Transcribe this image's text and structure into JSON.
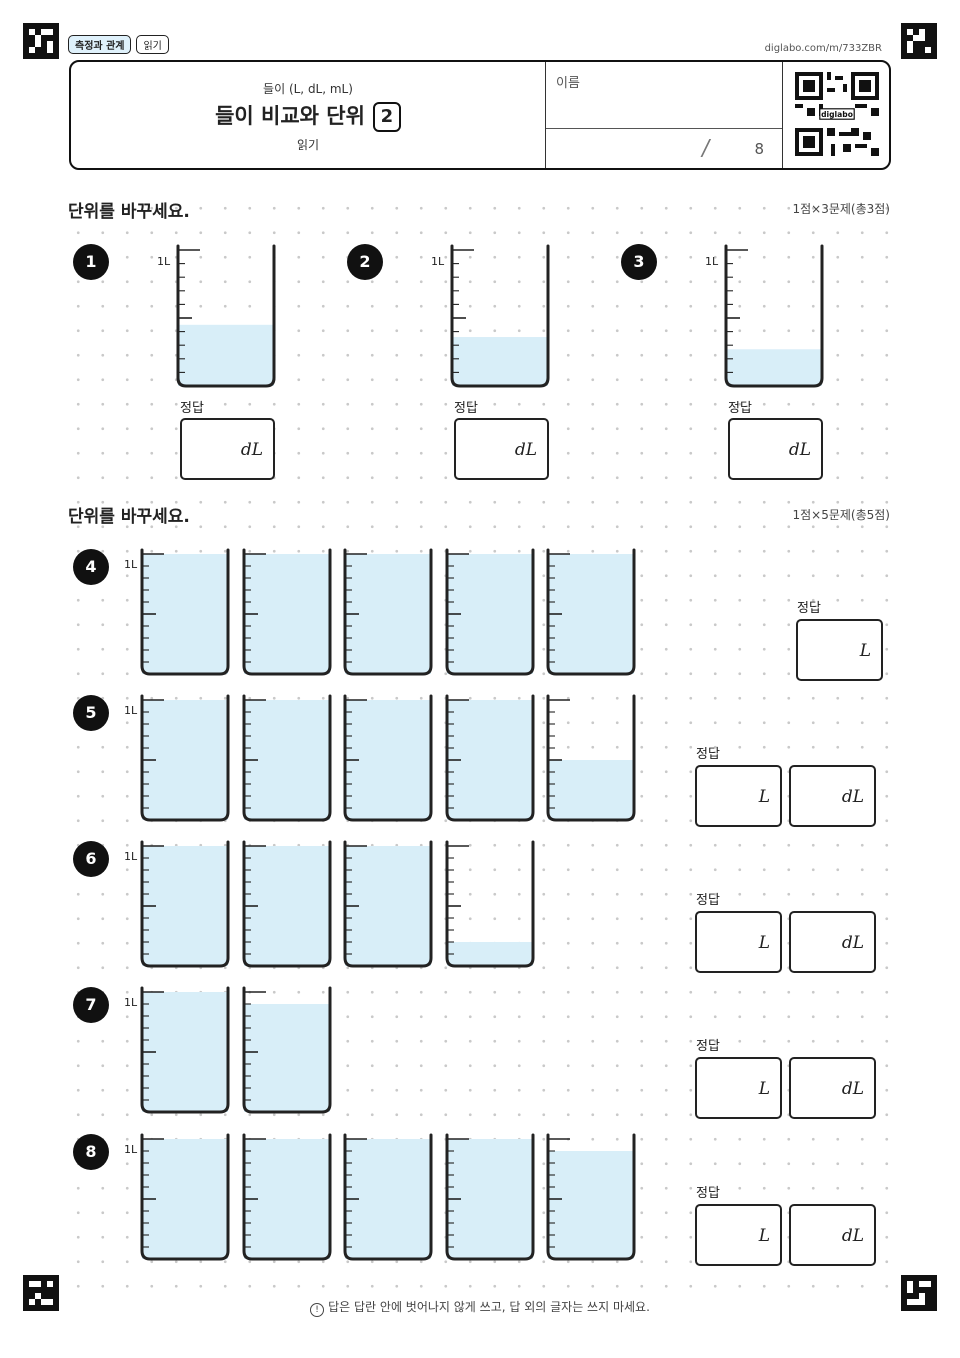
{
  "header": {
    "category_tag": "측정과 관계",
    "type_tag": "읽기",
    "url": "diglabo.com/m/733ZBR",
    "subtitle": "들이 (L, dL, mL)",
    "title": "들이 비교와 단위",
    "level": "2",
    "read_label": "읽기",
    "name_label": "이름",
    "score_total": "8",
    "qr_label": "diglabo"
  },
  "section1": {
    "instruction": "단위를 바꾸세요.",
    "points": "1점×3문제(총3점)",
    "problems": [
      {
        "num": "1",
        "scale_label": "1L",
        "fills": [
          0.45
        ],
        "answer_label": "정답",
        "units": [
          "dL"
        ]
      },
      {
        "num": "2",
        "scale_label": "1L",
        "fills": [
          0.36
        ],
        "answer_label": "정답",
        "units": [
          "dL"
        ]
      },
      {
        "num": "3",
        "scale_label": "1L",
        "fills": [
          0.27
        ],
        "answer_label": "정답",
        "units": [
          "dL"
        ]
      }
    ]
  },
  "section2": {
    "instruction": "단위를 바꾸세요.",
    "points": "1점×5문제(총5점)",
    "problems": [
      {
        "num": "4",
        "scale_label": "1L",
        "fills": [
          1,
          1,
          1,
          1,
          1
        ],
        "answer_label": "정답",
        "units": [
          "L"
        ]
      },
      {
        "num": "5",
        "scale_label": "1L",
        "fills": [
          1,
          1,
          1,
          1,
          0.5
        ],
        "answer_label": "정답",
        "units": [
          "L",
          "dL"
        ]
      },
      {
        "num": "6",
        "scale_label": "1L",
        "fills": [
          1,
          1,
          1,
          0.2
        ],
        "answer_label": "정답",
        "units": [
          "L",
          "dL"
        ]
      },
      {
        "num": "7",
        "scale_label": "1L",
        "fills": [
          1,
          0.9
        ],
        "answer_label": "정답",
        "units": [
          "L",
          "dL"
        ]
      },
      {
        "num": "8",
        "scale_label": "1L",
        "fills": [
          1,
          1,
          1,
          1,
          0.9
        ],
        "answer_label": "정답",
        "units": [
          "L",
          "dL"
        ]
      }
    ]
  },
  "footer": {
    "warning_icon": "alert-circle-icon",
    "text": "답은 답란 안에 벗어나지 않게 쓰고, 답 외의 글자는 쓰지 마세요."
  },
  "colors": {
    "water": "#d8eef8",
    "tag_bg": "#dff1fb",
    "ink": "#222222"
  }
}
